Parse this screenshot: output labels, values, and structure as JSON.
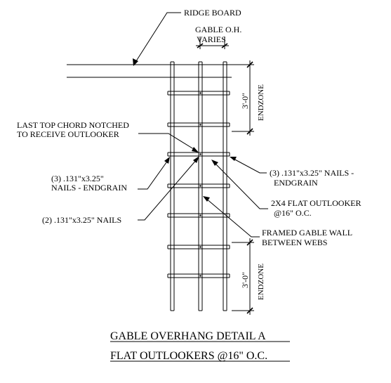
{
  "labels": {
    "ridge_board": "RIDGE BOARD",
    "gable_oh_1": "GABLE O.H.",
    "gable_oh_2": "VARIES",
    "last_top_chord_1": "LAST TOP CHORD NOTCHED",
    "last_top_chord_2": "TO RECEIVE OUTLOOKER",
    "nails_endgrain_left_1": "(3) .131\"x3.25\"",
    "nails_endgrain_left_2": "NAILS - ENDGRAIN",
    "nails_two": "(2) .131\"x3.25\" NAILS",
    "nails_endgrain_right_1": "(3) .131\"x3.25\" NAILS -",
    "nails_endgrain_right_2": "ENDGRAIN",
    "outlooker_1": "2X4 FLAT OUTLOOKER",
    "outlooker_2": "@16\" O.C.",
    "framed_wall_1": "FRAMED GABLE WALL",
    "framed_wall_2": "BETWEEN WEBS",
    "dim_top": "3'-0\"",
    "endzone_top": "ENDZONE",
    "dim_bottom": "3'-0\"",
    "endzone_bottom": "ENDZONE"
  },
  "title": {
    "line1": "GABLE OVERHANG DETAIL A",
    "line2": "FLAT OUTLOOKERS @16\" O.C."
  }
}
